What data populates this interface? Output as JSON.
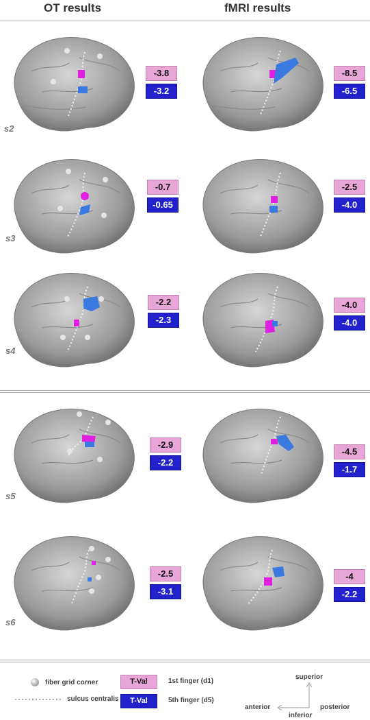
{
  "headers": {
    "ot": "OT results",
    "fmri": "fMRI results"
  },
  "rows": [
    {
      "subject": "s2",
      "ot": {
        "d1": "-3.8",
        "d5": "-3.2"
      },
      "fmri": {
        "d1": "-8.5",
        "d5": "-6.5"
      }
    },
    {
      "subject": "s3",
      "ot": {
        "d1": "-0.7",
        "d5": "-0.65"
      },
      "fmri": {
        "d1": "-2.5",
        "d5": "-4.0"
      }
    },
    {
      "subject": "s4",
      "ot": {
        "d1": "-2.2",
        "d5": "-2.3"
      },
      "fmri": {
        "d1": "-4.0",
        "d5": "-4.0"
      }
    },
    {
      "subject": "s5",
      "ot": {
        "d1": "-2.9",
        "d5": "-2.2"
      },
      "fmri": {
        "d1": "-4.5",
        "d5": "-1.7"
      }
    },
    {
      "subject": "s6",
      "ot": {
        "d1": "-2.5",
        "d5": "-3.1"
      },
      "fmri": {
        "d1": "-4",
        "d5": "-2.2"
      }
    }
  ],
  "legend": {
    "fiber": "fiber grid corner",
    "sulcus": "sulcus centralis",
    "tval1": "T-Val",
    "tval2": "T-Val",
    "finger1": "1st finger (d1)",
    "finger5": "5th finger (d5)",
    "superior": "superior",
    "anterior": "anterior",
    "posterior": "posterior",
    "inferior": "inferior"
  },
  "colors": {
    "d1": "#e8a6d8",
    "d5": "#2222cc",
    "d1_activation": "#e020e0",
    "d5_activation": "#3a7ae0"
  }
}
